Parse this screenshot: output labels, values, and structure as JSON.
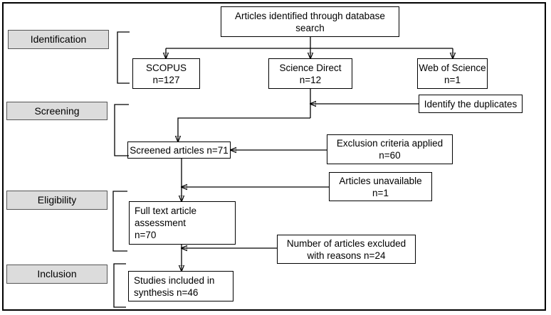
{
  "stages": {
    "identification": "Identification",
    "screening": "Screening",
    "eligibility": "Eligibility",
    "inclusion": "Inclusion"
  },
  "nodes": {
    "database_search": "Articles identified through database\nsearch",
    "scopus": "SCOPUS\nn=127",
    "science_direct": "Science Direct\nn=12",
    "web_of_science": "Web of Science\nn=1",
    "duplicates": "Identify the duplicates",
    "screened": "Screened articles n=71",
    "exclusion_criteria": "Exclusion criteria applied\nn=60",
    "unavailable": "Articles unavailable\nn=1",
    "full_text": "Full text article\nassessment\nn=70",
    "excluded_reasons": "Number of articles excluded\nwith reasons n=24",
    "included": "Studies included in\nsynthesis n=46"
  }
}
